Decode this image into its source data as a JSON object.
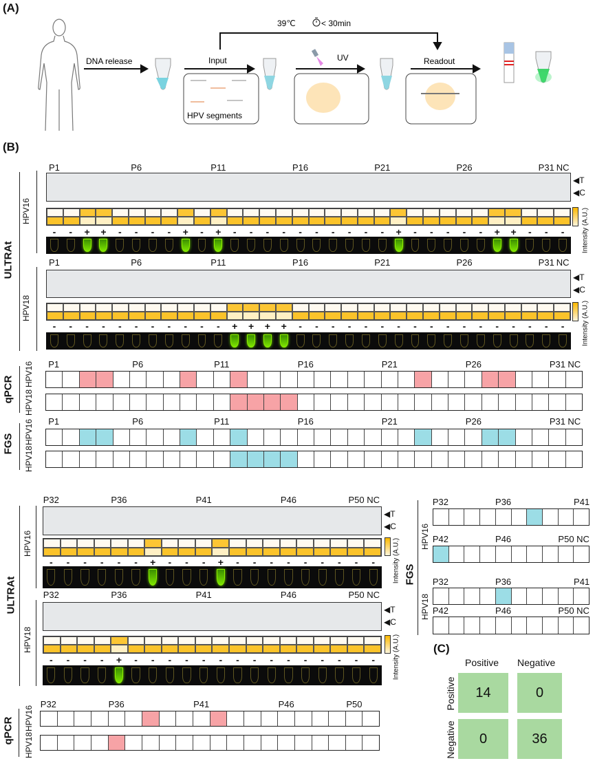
{
  "panel_a": {
    "label": "(A)",
    "temperature": "39℃",
    "time": "< 30min",
    "dna_release": "DNA release",
    "input": "Input",
    "uv": "UV",
    "readout": "Readout",
    "hpv_segments": "HPV segments"
  },
  "panel_b": {
    "label": "(B)",
    "ultrat_label": "ULTRAt",
    "qpcr_label": "qPCR",
    "fgs_label": "FGS",
    "hpv16": "HPV16",
    "hpv18": "HPV18",
    "t_marker": "T",
    "c_marker": "C",
    "intensity_label": "Intensity (A.U.)",
    "upper": {
      "columns": 32,
      "col_labels": [
        {
          "text": "P1",
          "col": 1
        },
        {
          "text": "P6",
          "col": 6
        },
        {
          "text": "P11",
          "col": 11
        },
        {
          "text": "P16",
          "col": 16
        },
        {
          "text": "P21",
          "col": 21
        },
        {
          "text": "P26",
          "col": 26
        },
        {
          "text": "P31",
          "col": 31
        },
        {
          "text": "NC",
          "col": 32
        }
      ],
      "ultrat_hpv16": [
        "-",
        "-",
        "+",
        "+",
        "-",
        "-",
        "-",
        "-",
        "+",
        "-",
        "+",
        "-",
        "-",
        "-",
        "-",
        "-",
        "-",
        "-",
        "-",
        "-",
        "-",
        "+",
        "-",
        "-",
        "-",
        "-",
        "-",
        "+",
        "+",
        "-",
        "-",
        "-"
      ],
      "ultrat_hpv18": [
        "-",
        "-",
        "-",
        "-",
        "-",
        "-",
        "-",
        "-",
        "-",
        "-",
        "-",
        "+",
        "+",
        "+",
        "+",
        "-",
        "-",
        "-",
        "-",
        "-",
        "-",
        "-",
        "-",
        "-",
        "-",
        "-",
        "-",
        "-",
        "-",
        "-",
        "-",
        "-"
      ],
      "qpcr_hpv16_positive": [
        3,
        4,
        9,
        12,
        23,
        27,
        28
      ],
      "qpcr_hpv18_positive": [
        12,
        13,
        14,
        15
      ],
      "fgs_hpv16_positive": [
        3,
        4,
        9,
        12,
        23,
        27,
        28
      ],
      "fgs_hpv18_positive": [
        12,
        13,
        14,
        15
      ]
    },
    "lower": {
      "columns": 20,
      "col_labels": [
        {
          "text": "P32",
          "col": 1
        },
        {
          "text": "P36",
          "col": 5
        },
        {
          "text": "P41",
          "col": 10
        },
        {
          "text": "P46",
          "col": 15
        },
        {
          "text": "P50",
          "col": 19
        },
        {
          "text": "NC",
          "col": 20
        }
      ],
      "qpcr_col_labels": [
        {
          "text": "P32",
          "col": 1
        },
        {
          "text": "P36",
          "col": 5
        },
        {
          "text": "P41",
          "col": 10
        },
        {
          "text": "P46",
          "col": 15
        },
        {
          "text": "P50",
          "col": 19
        }
      ],
      "ultrat_hpv16": [
        "-",
        "-",
        "-",
        "-",
        "-",
        "-",
        "+",
        "-",
        "-",
        "-",
        "+",
        "-",
        "-",
        "-",
        "-",
        "-",
        "-",
        "-",
        "-",
        "-"
      ],
      "ultrat_hpv18": [
        "-",
        "-",
        "-",
        "-",
        "+",
        "-",
        "-",
        "-",
        "-",
        "-",
        "-",
        "-",
        "-",
        "-",
        "-",
        "-",
        "-",
        "-",
        "-",
        "-"
      ],
      "qpcr_hpv16_positive": [
        7,
        11
      ],
      "qpcr_hpv18_positive": [
        5
      ],
      "fgs": {
        "columns": 10,
        "row1_labels": [
          {
            "text": "P32",
            "col": 1
          },
          {
            "text": "P36",
            "col": 5
          },
          {
            "text": "P41",
            "col": 10
          }
        ],
        "row2_labels": [
          {
            "text": "P42",
            "col": 1
          },
          {
            "text": "P46",
            "col": 5
          },
          {
            "text": "P50 NC",
            "col": 9.5
          }
        ],
        "hpv16_row1_positive": [
          7
        ],
        "hpv16_row2_positive": [
          1
        ],
        "hpv18_row1_positive": [
          5
        ],
        "hpv18_row2_positive": []
      }
    }
  },
  "panel_c": {
    "label": "(C)",
    "col_headers": [
      "Positive",
      "Negative"
    ],
    "row_headers": [
      "Positive",
      "Negative"
    ],
    "matrix": [
      [
        14,
        0
      ],
      [
        0,
        36
      ]
    ]
  },
  "colors": {
    "qpcr": "#f7a3a6",
    "fgs": "#9cdde6",
    "heat_high": "#fbbf1e",
    "heat_low": "#fff8ea",
    "matrix": "#a9d9a0"
  }
}
